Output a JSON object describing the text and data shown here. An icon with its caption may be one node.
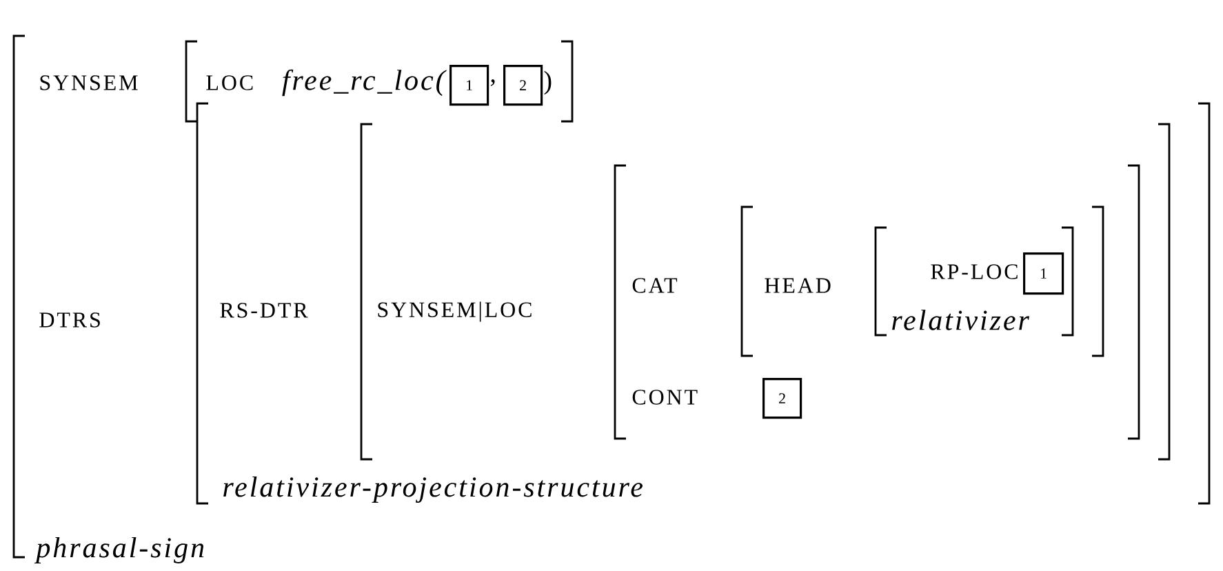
{
  "diagram": {
    "nodes": [
      {
        "text": [
          "SYNSEM",
          "DTRS",
          "phrasal-sign"
        ]
      },
      {
        "text": [
          "LOC",
          "free_rc_loc(",
          ",",
          ")"
        ]
      },
      {
        "text": [
          "1"
        ],
        "in": 1
      },
      {
        "text": [
          "2"
        ],
        "in": 1
      },
      {
        "text": [
          "RS-DTR",
          "relativizer-projection-structure"
        ]
      },
      {
        "text": [
          "SYNSEM|LOC"
        ],
        "in": 4
      },
      {
        "text": [
          "CAT",
          "CONT"
        ],
        "in": 5
      },
      {
        "text": [
          "2"
        ],
        "in": 6
      },
      {
        "text": [
          "HEAD"
        ],
        "in": 6
      },
      {
        "text": [
          "RP-LOC",
          "relativizer"
        ],
        "in": 8
      },
      {
        "text": [
          "1"
        ],
        "in": 9
      }
    ],
    "edges": []
  }
}
